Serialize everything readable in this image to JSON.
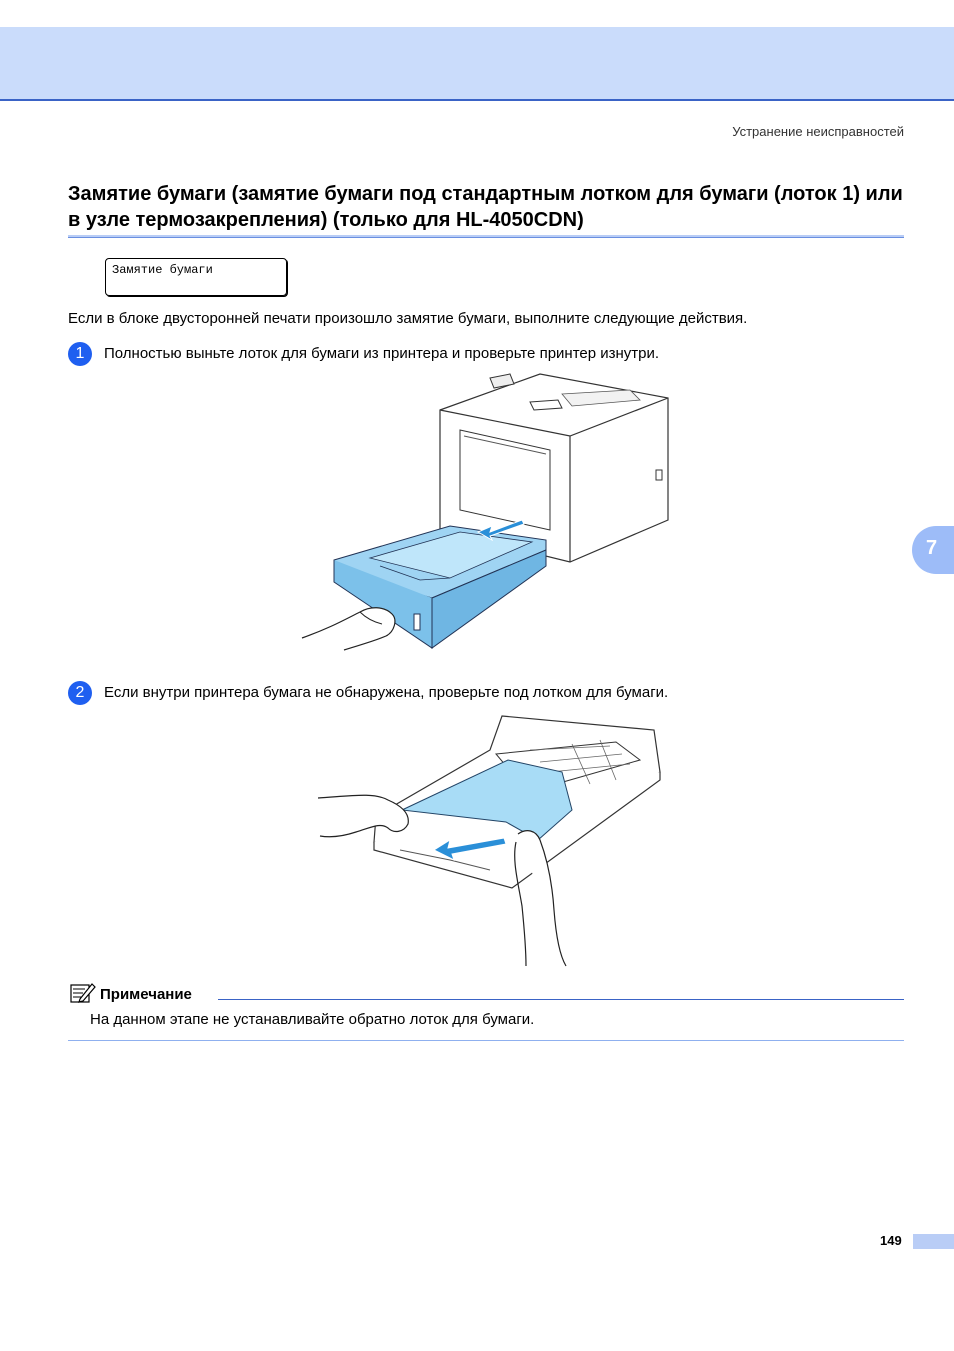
{
  "header": {
    "running_head": "Устранение неисправностей"
  },
  "section": {
    "title": "Замятие бумаги (замятие бумаги под стандартным лотком для бумаги (лоток 1) или в узле термозакрепления) (только для HL-4050CDN)",
    "lcd_message": "Замятие бумаги",
    "intro": "Если в блоке двусторонней печати произошло замятие бумаги, выполните следующие действия."
  },
  "steps": [
    {
      "number": "1",
      "text": "Полностью выньте лоток для бумаги из принтера и проверьте принтер изнутри."
    },
    {
      "number": "2",
      "text": "Если внутри принтера бумага не обнаружена, проверьте под лотком для бумаги."
    }
  ],
  "note": {
    "label": "Примечание",
    "text": "На данном этапе не устанавливайте обратно лоток для бумаги."
  },
  "side_tab": {
    "label": "7"
  },
  "footer": {
    "page_number": "149"
  },
  "colors": {
    "band": "#cadcfb",
    "accent": "#1f5ff0",
    "paper": "#a8dcf6"
  }
}
